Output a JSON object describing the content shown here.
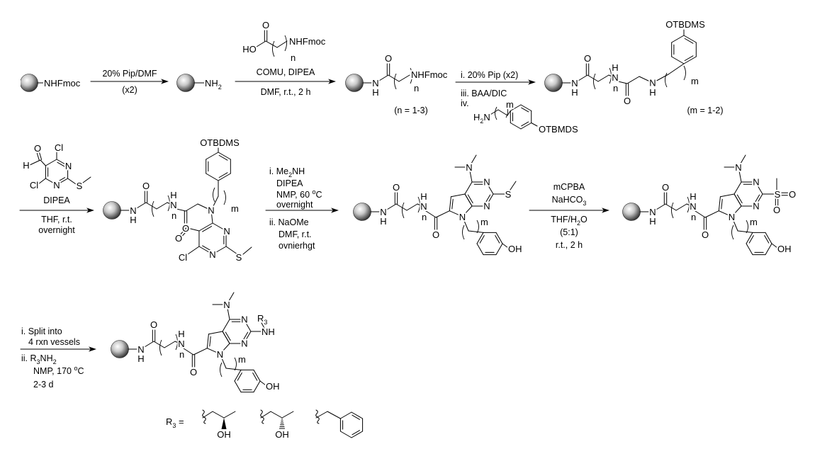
{
  "atoms": {
    "N": "N",
    "H": "H",
    "O": "O",
    "Cl": "Cl",
    "S": "S",
    "NH": "NH",
    "OH": "OH",
    "HO": "HO",
    "NHFmoc": "NHFmoc",
    "OTBDMS": "OTBDMS",
    "OTBMDS": "OTBMDS",
    "n": "n",
    "m": "m",
    "R": "R",
    "two": "2",
    "three": "3"
  },
  "step1": {
    "line1": "20% Pip/DMF",
    "line2": "(x2)"
  },
  "step2": {
    "above": "COMU, DIPEA",
    "below": "DMF, r.t., 2 h"
  },
  "product3": {
    "note": "(n = 1-3)"
  },
  "step3": {
    "line1": "i. 20% Pip (x2)",
    "line2": "iii. BAA/DIC",
    "line3": "iv."
  },
  "product4": {
    "note": "(m = 1-2)"
  },
  "step4": {
    "line1": "DIPEA",
    "line2": "THF, r.t.",
    "line3": "overnight"
  },
  "step5": {
    "l1a": "i. Me",
    "l1b": "2",
    "l1c": "NH",
    "line2": "DIPEA",
    "l3a": "NMP, 60 ",
    "l3b": "o",
    "l3c": "C",
    "line4": "overnight",
    "line5": "ii. NaOMe",
    "line6": "DMF, r.t.",
    "line7": "ovnierhgt"
  },
  "step6": {
    "line1": "mCPBA",
    "l2a": "NaHCO",
    "l2b": "3",
    "l3a": "THF/H",
    "l3b": "2",
    "l3c": "O",
    "line4": "(5:1)",
    "line5": "r.t., 2 h"
  },
  "step7": {
    "line1": "i. Split into",
    "line2": "4 rxn vessels",
    "l3a": "ii. R",
    "l3b": "3",
    "l3c": "NH",
    "l3d": "2",
    "l4a": "NMP, 170 ",
    "l4b": "o",
    "l4c": "C",
    "line5": "2-3 d"
  },
  "r3": {
    "label": "R",
    "sub": "3",
    "eq": " ="
  }
}
